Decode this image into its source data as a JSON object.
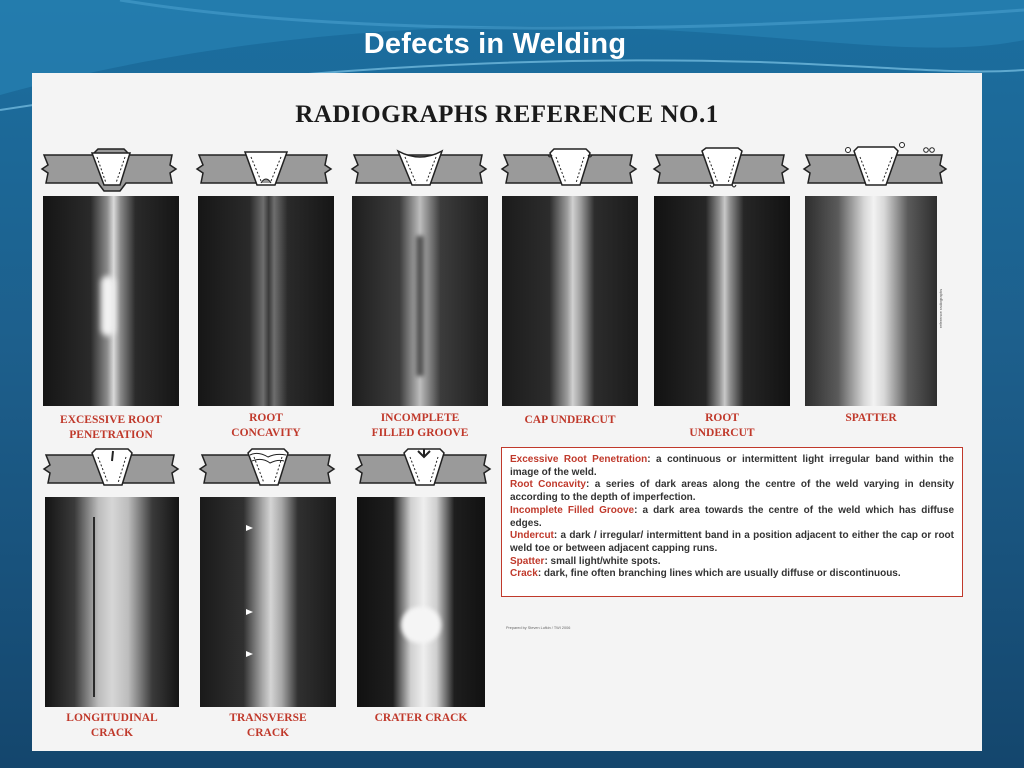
{
  "slide": {
    "title": "Defects in Welding"
  },
  "panel": {
    "heading": "RADIOGRAPHS REFERENCE NO.1",
    "captions": {
      "excessive_root_1": "EXCESSIVE ROOT",
      "excessive_root_2": "PENETRATION",
      "root_concavity_1": "ROOT",
      "root_concavity_2": "CONCAVITY",
      "incomplete_1": "INCOMPLETE",
      "incomplete_2": "FILLED GROOVE",
      "cap_undercut": "CAP UNDERCUT",
      "root_undercut_1": "ROOT",
      "root_undercut_2": "UNDERCUT",
      "spatter": "SPATTER",
      "longitudinal_1": "LONGITUDINAL",
      "longitudinal_2": "CRACK",
      "transverse_1": "TRANSVERSE",
      "transverse_2": "CRACK",
      "crater_crack": "CRATER CRACK"
    },
    "legend": {
      "excessive_term": "Excessive Root Penetration",
      "excessive_def": ": a continuous or intermittent light irregular band within the image of the weld.",
      "concavity_term": "Root Concavity",
      "concavity_def": ": a series of dark areas along the centre of the weld varying in density according to the depth of imperfection.",
      "incomplete_term": "Incomplete Filled Groove",
      "incomplete_def": ": a dark area towards the centre of the weld which has diffuse edges.",
      "undercut_term": "Undercut",
      "undercut_def": ": a dark / irregular/ intermittent band in a position adjacent to either the cap or root weld toe or between adjacent capping runs.",
      "spatter_term": "Spatter",
      "spatter_def": ": small light/white spots.",
      "crack_term": "Crack",
      "crack_def": ": dark, fine often branching lines which are usually diffuse or discontinuous."
    },
    "tiny_credit": "Prepared by Steven Lufkin / TWI 2006",
    "side_note": "reference radiographs"
  }
}
